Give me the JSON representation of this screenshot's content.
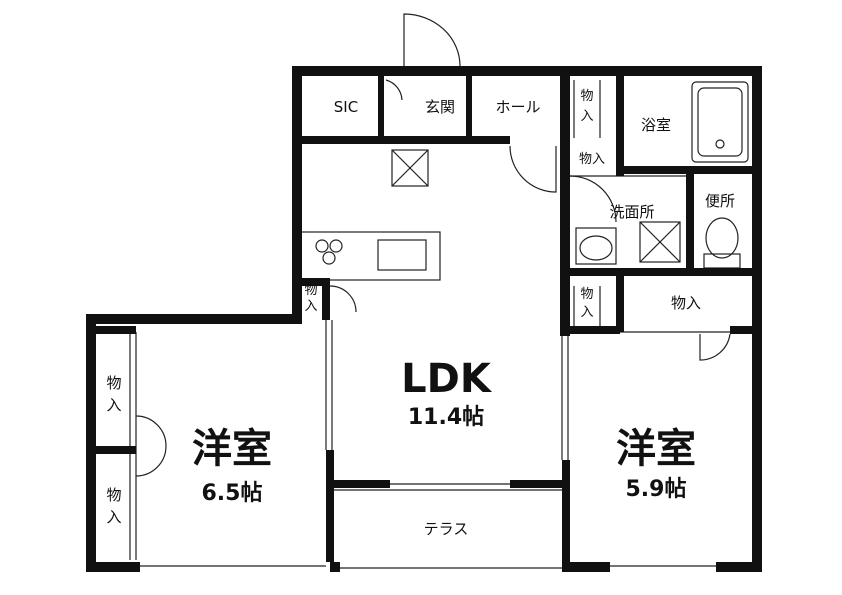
{
  "plan": {
    "rooms": {
      "sic": "SIC",
      "genkan": "玄関",
      "hall": "ホール",
      "bath": "浴室",
      "washroom": "洗面所",
      "toilet": "便所",
      "ldk_name": "LDK",
      "ldk_size": "11.4帖",
      "west_room_name": "洋室",
      "west_room_size": "6.5帖",
      "east_room_name": "洋室",
      "east_room_size": "5.9帖",
      "terrace": "テラス"
    },
    "storage": {
      "label_horizontal": "物入",
      "label_vertical_top": "物",
      "label_vertical_bottom": "入",
      "label_small": "物入"
    }
  }
}
